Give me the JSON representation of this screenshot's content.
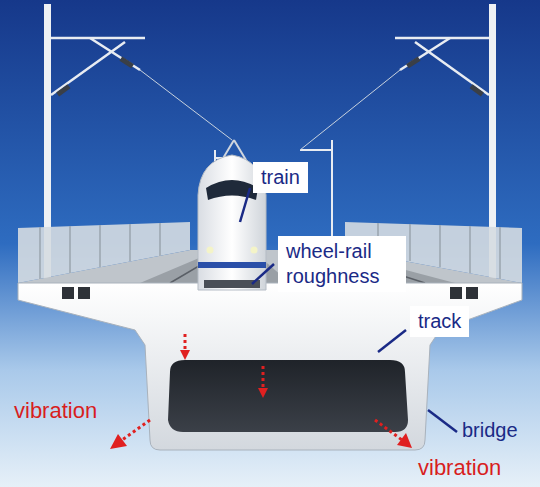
{
  "diagram": {
    "nodes": [
      {
        "text": [
          "train"
        ]
      },
      {
        "text": [
          "wheel-rail roughness"
        ]
      },
      {
        "text": [
          "track"
        ]
      }
    ],
    "labels": [
      "bridge",
      "vibration",
      "vibration"
    ]
  }
}
